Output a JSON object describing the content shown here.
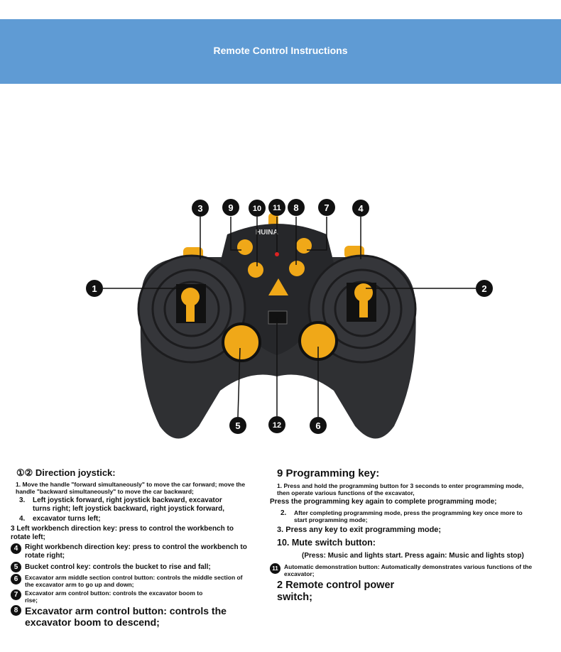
{
  "header": {
    "title": "Remote Control Instructions",
    "color": "#5f9bd4"
  },
  "controller": {
    "brand": "HUINA",
    "callouts": [
      "1",
      "2",
      "3",
      "4",
      "5",
      "6",
      "7",
      "8",
      "9",
      "10",
      "11",
      "12"
    ],
    "button_color": "#f0a818",
    "body_color": "#2f3033"
  },
  "left": {
    "heading": "①② Direction joystick:",
    "p1": "1. Move the handle \"forward simultaneously\" to move the car forward; move the",
    "p1b": "handle \"backward simultaneously\" to move the car backward;",
    "n3": "3.",
    "p3a": "Left joystick forward, right joystick backward, excavator",
    "p3b": "turns right; left joystick backward, right joystick forward,",
    "n4": "4.",
    "p4": "excavator turns left;",
    "k3a": "3 Left workbench direction key: press to control the workbench to",
    "k3b": "rotate left;",
    "b4": "4",
    "k4a": "Right workbench direction key: press to control the workbench to",
    "k4b": "rotate right;",
    "b5": "5",
    "k5": "Bucket control key: controls the bucket to rise and fall;",
    "b6": "6",
    "k6a": "Excavator arm middle section control button: controls the middle section of",
    "k6b": "the excavator arm to go up and down;",
    "b7": "7",
    "k7a": "Excavator arm control button: controls the excavator boom to",
    "k7b": "rise;",
    "b8": "8",
    "k8a": "Excavator arm control button: controls the",
    "k8b": "excavator boom to descend;"
  },
  "right": {
    "heading": "9 Programming key:",
    "p1a": "1. Press and hold the programming button for 3 seconds to enter programming mode,",
    "p1b": "then operate various functions of the excavator,",
    "p1c": "Press the programming key again to complete programming mode;",
    "n2": "2.",
    "p2a": "After completing programming mode, press the programming key once more to",
    "p2b": "start programming mode;",
    "p3": "3. Press any key to exit programming mode;",
    "mute": "10. Mute switch button:",
    "mute_desc": "(Press: Music and lights start. Press again: Music and lights stop)",
    "b11": "11",
    "auto_a": "Automatic demonstration button: Automatically demonstrates various functions of the",
    "auto_b": "excavator;",
    "power_a": "2 Remote control power",
    "power_b": "switch;"
  }
}
